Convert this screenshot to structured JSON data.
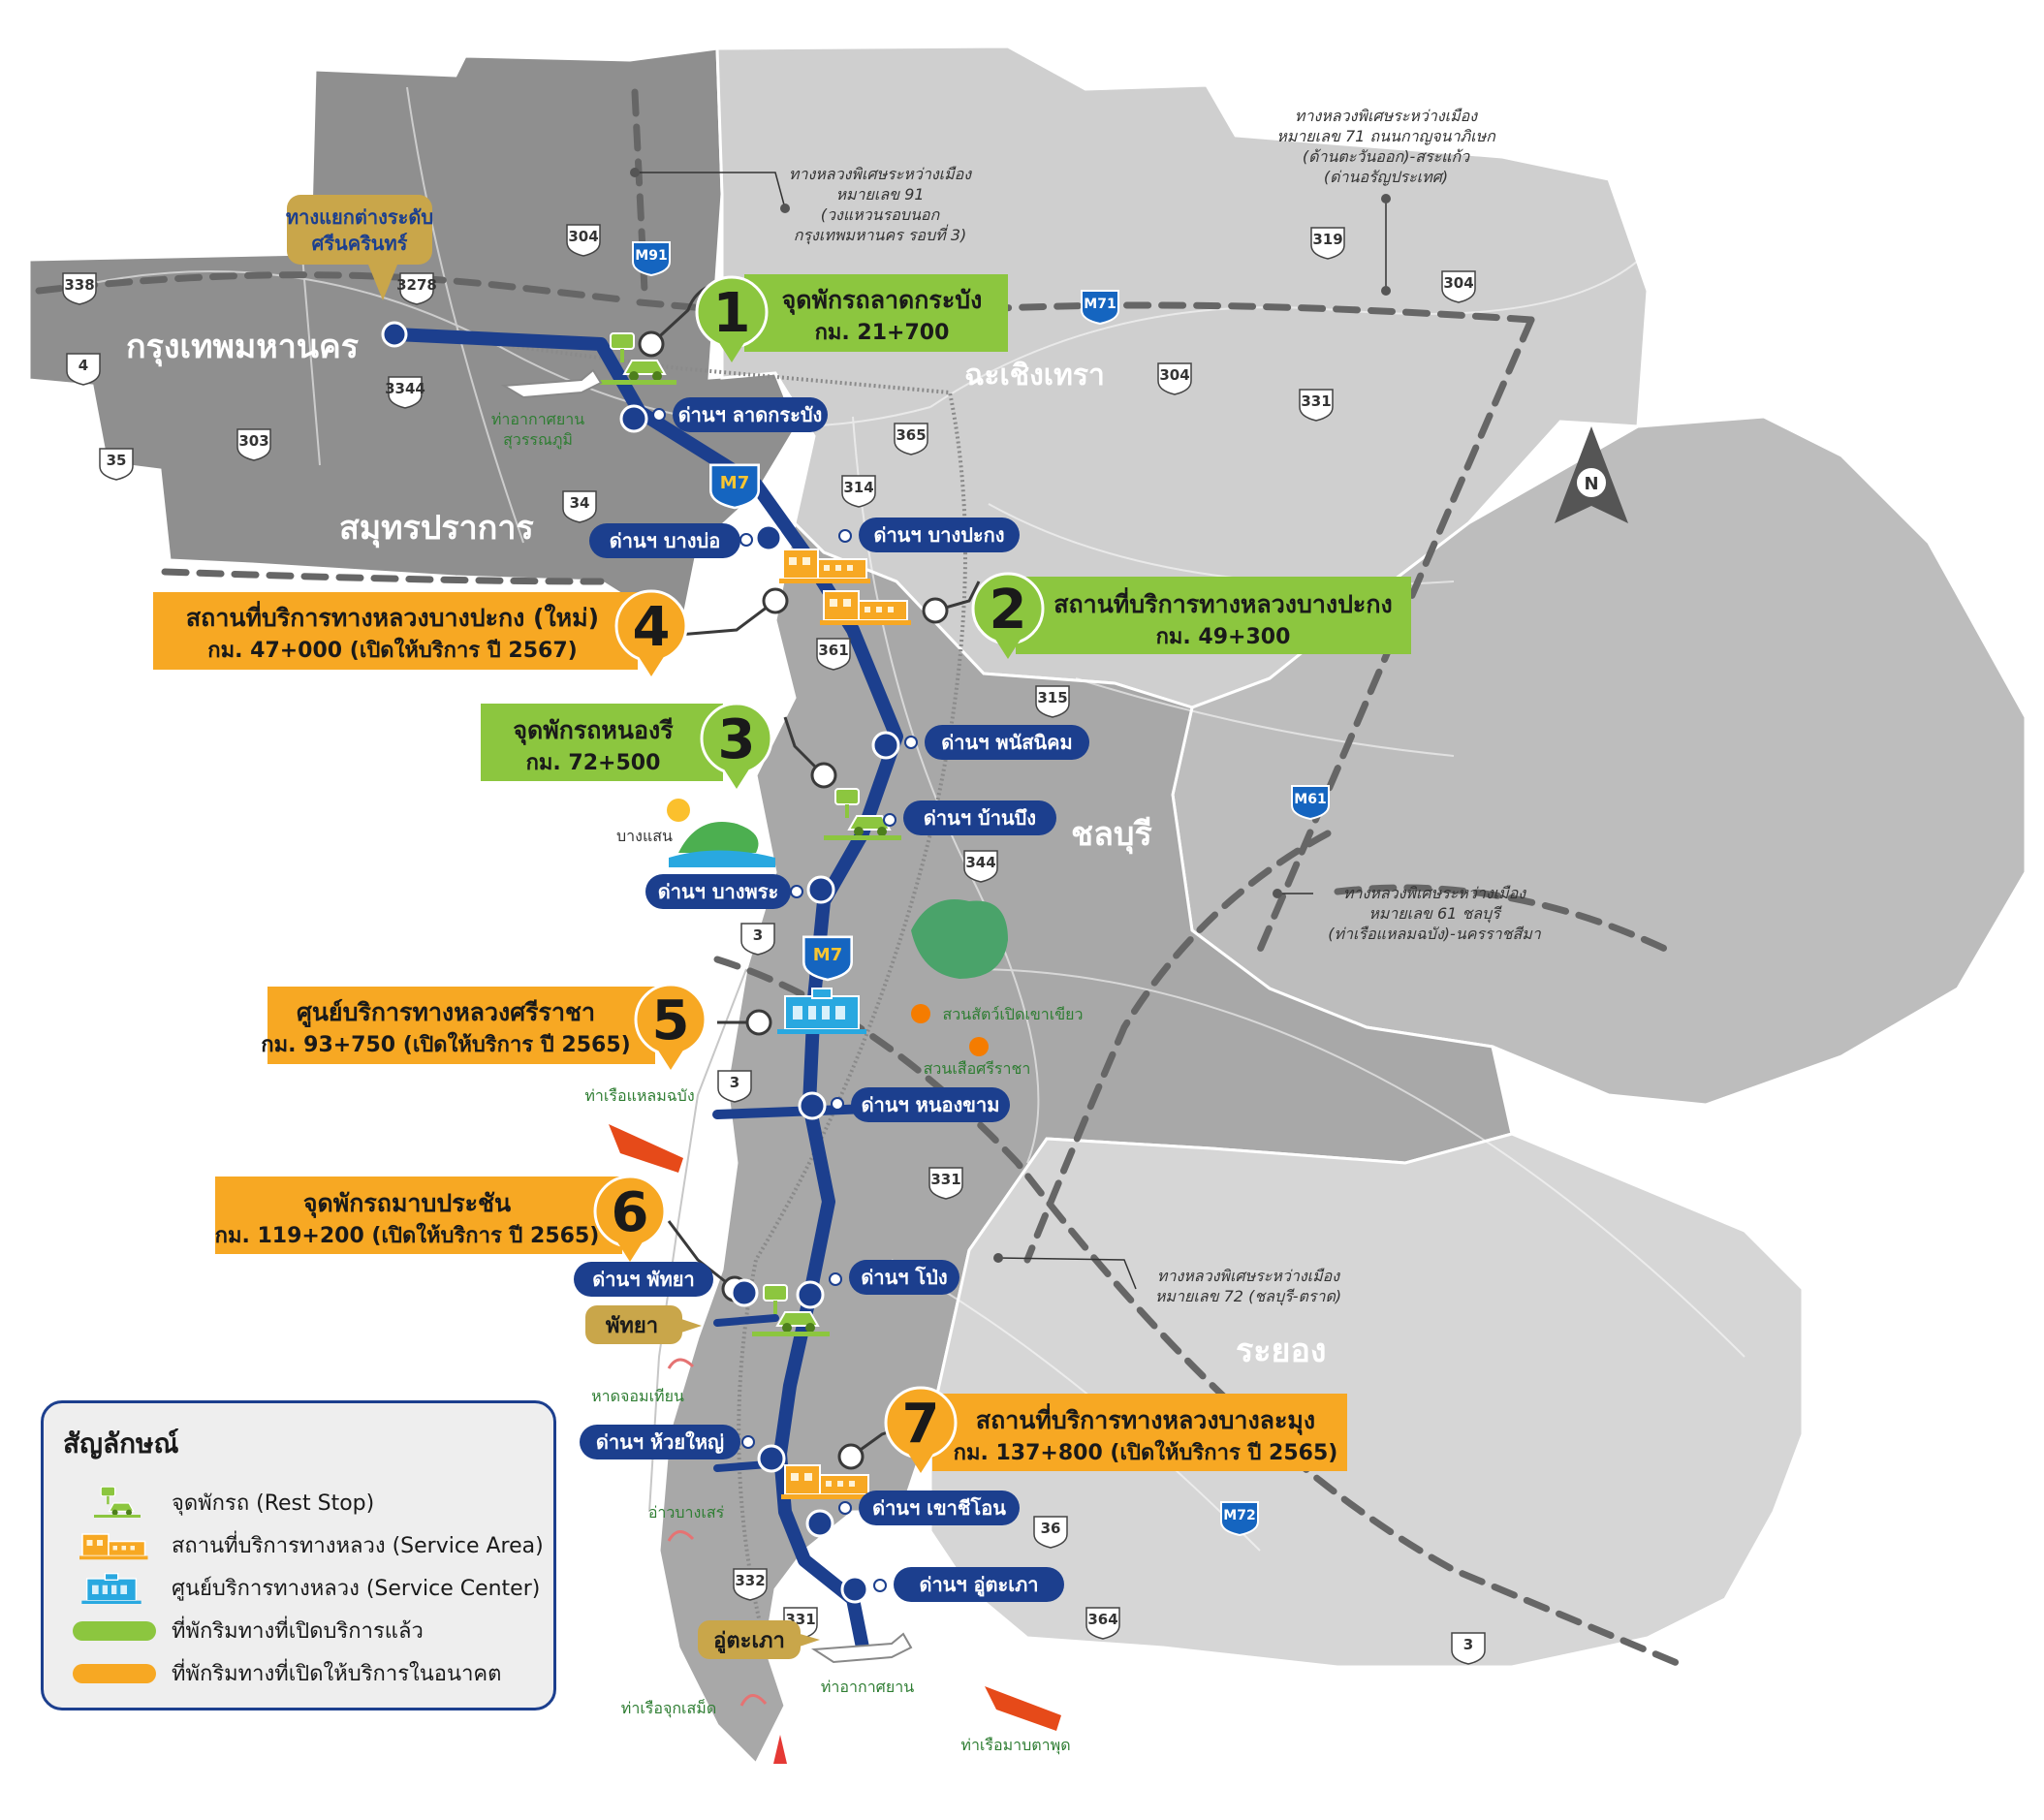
{
  "provinces": {
    "bangkok": "กรุงเทพมหานคร",
    "chachoengsao": "ฉะเชิงเทรา",
    "samut_prakan": "สมุทรปราการ",
    "chonburi": "ชลบุรี",
    "rayong": "ระยอง"
  },
  "highways": [
    "338",
    "3278",
    "304",
    "4",
    "3344",
    "303",
    "35",
    "34",
    "365",
    "314",
    "304",
    "319",
    "304",
    "331",
    "361",
    "315",
    "344",
    "3",
    "3",
    "331",
    "36",
    "332",
    "331",
    "364",
    "3"
  ],
  "motorways": [
    "M91",
    "M71",
    "M7",
    "M7",
    "M61",
    "M72"
  ],
  "north_label": "N",
  "junction_label": [
    "ทางแยกต่างระดับ",
    "ศรีนครินทร์"
  ],
  "pattaya_label": "พัทยา",
  "utapao_label": "อู่ตะเภา",
  "toll_plazas": {
    "lat_krabang": "ด่านฯ ลาดกระบัง",
    "bang_bo": "ด่านฯ บางบ่อ",
    "bang_pakong": "ด่านฯ บางปะกง",
    "phanat_nikhom": "ด่านฯ พนัสนิคม",
    "ban_bueng": "ด่านฯ บ้านบึง",
    "bang_phra": "ด่านฯ บางพระ",
    "nong_kham": "ด่านฯ หนองขาม",
    "pattaya": "ด่านฯ พัทยา",
    "pong": "ด่านฯ โป่ง",
    "huai_yai": "ด่านฯ ห้วยใหญ่",
    "khao_chi_on": "ด่านฯ เขาชีโอน",
    "u_tapao": "ด่านฯ อู่ตะเภา"
  },
  "callouts": [
    {
      "num": "1",
      "title": "จุดพักรถลาดกระบัง",
      "sub": "กม. 21+700",
      "status": "open"
    },
    {
      "num": "2",
      "title": "สถานที่บริการทางหลวงบางปะกง",
      "sub": "กม. 49+300",
      "status": "open"
    },
    {
      "num": "3",
      "title": "จุดพักรถหนองรี",
      "sub": "กม. 72+500",
      "status": "open"
    },
    {
      "num": "4",
      "title": "สถานที่บริการทางหลวงบางปะกง (ใหม่)",
      "sub": "กม. 47+000 (เปิดให้บริการ ปี 2567)",
      "status": "future"
    },
    {
      "num": "5",
      "title": "ศูนย์บริการทางหลวงศรีราชา",
      "sub": "กม. 93+750 (เปิดให้บริการ ปี 2565)",
      "status": "future"
    },
    {
      "num": "6",
      "title": "จุดพักรถมาบประชัน",
      "sub": "กม. 119+200 (เปิดให้บริการ ปี 2565)",
      "status": "future"
    },
    {
      "num": "7",
      "title": "สถานที่บริการทางหลวงบางละมุง",
      "sub": "กม. 137+800 (เปิดให้บริการ ปี 2565)",
      "status": "future"
    }
  ],
  "notes": {
    "m91": [
      "ทางหลวงพิเศษระหว่างเมือง",
      "หมายเลข 91",
      "(วงแหวนรอบนอก",
      "กรุงเทพมหานคร รอบที่ 3)"
    ],
    "m71": [
      "ทางหลวงพิเศษระหว่างเมือง",
      "หมายเลข 71 ถนนกาญจนาภิเษก",
      "(ด้านตะวันออก)-สระแก้ว",
      "(ด่านอรัญประเทศ)"
    ],
    "m61": [
      "ทางหลวงพิเศษระหว่างเมือง",
      "หมายเลข 61 ชลบุรี",
      "(ท่าเรือแหลมฉบัง)-นครราชสีมา"
    ],
    "m72": [
      "ทางหลวงพิเศษระหว่างเมือง",
      "หมายเลข 72 (ชลบุรี-ตราด)"
    ]
  },
  "poi": {
    "suvarnabhumi": [
      "ท่าอากาศยาน",
      "สุวรรณภูมิ"
    ],
    "bang_saen": "บางแสน",
    "khao_kheow": "สวนสัตว์เปิดเขาเขียว",
    "sriracha_tiger": "สวนเสือศรีราชา",
    "laem_chabang": "ท่าเรือแหลมฉบัง",
    "jomtien": "หาดจอมเทียน",
    "bang_sare": "อ่าวบางเสร่",
    "utapao_airport": "ท่าอากาศยาน",
    "chuk_samet": "ท่าเรือจุกเสม็ด",
    "map_ta_phut": "ท่าเรือมาบตาพุด"
  },
  "legend": {
    "title": "สัญลักษณ์",
    "rest_stop": "จุดพักรถ (Rest Stop)",
    "service_area": "สถานที่บริการทางหลวง (Service Area)",
    "service_center": "ศูนย์บริการทางหลวง (Service Center)",
    "open": "ที่พักริมทางที่เปิดบริการแล้ว",
    "future": "ที่พักริมทางที่เปิดให้บริการในอนาคต"
  },
  "colors": {
    "open": "#8cc63f",
    "future": "#f7a823",
    "route": "#1c3f8e",
    "motorway_shield": "#1565c0"
  }
}
